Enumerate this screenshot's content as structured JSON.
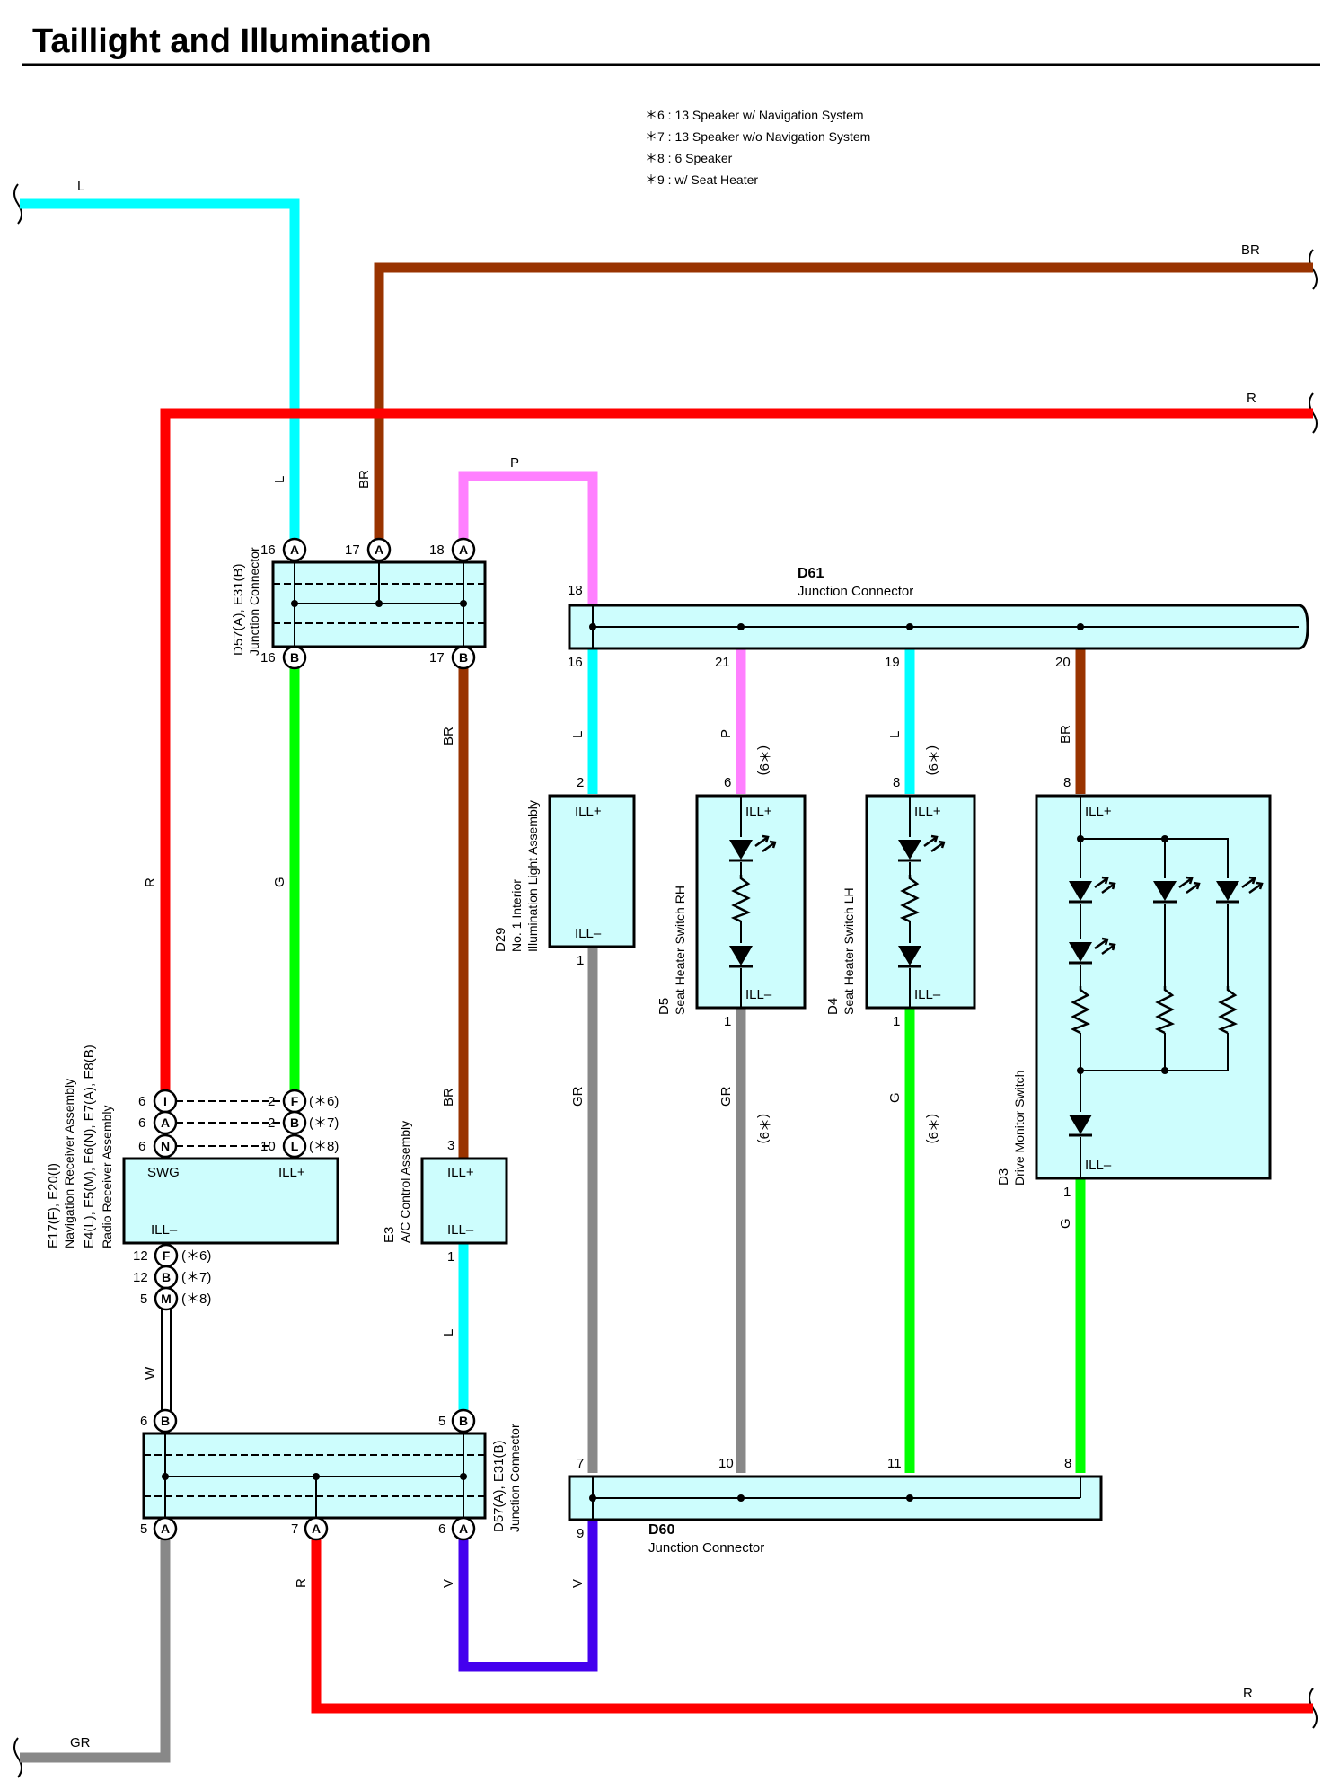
{
  "title": "Taillight and Illumination",
  "notes": [
    "＊6 : 13 Speaker w/ Navigation System",
    "＊7 : 13 Speaker w/o Navigation System",
    "＊8 : 6 Speaker",
    "＊9 : w/ Seat Heater"
  ],
  "colors": {
    "L": "#00ffff",
    "BR": "#993300",
    "R": "#ff0000",
    "P": "#ff80ff",
    "G": "#00ff00",
    "GR": "#888888",
    "V": "#4400ee",
    "W": "#ffffff",
    "box_fill": "#cdfdfd"
  },
  "wire_labels": {
    "l_top": "L",
    "br_top": "BR",
    "r_top": "R",
    "l_vert": "L",
    "br_vert": "BR",
    "p_top": "P",
    "r_left": "R",
    "g_left": "G",
    "br_left": "BR",
    "br_left2": "BR",
    "l_d29": "L",
    "p_d5": "P",
    "l_d4": "L",
    "br_d3": "BR",
    "gr_d29": "GR",
    "gr_d5": "GR",
    "g_d4": "G",
    "g_d3": "G",
    "l_e3": "L",
    "w": "W",
    "r_bottom_vert": "R",
    "v_left": "V",
    "v_right": "V",
    "r_bottom": "R",
    "gr_bottom": "GR"
  },
  "note9": "(＊9)",
  "components": {
    "d57_top": {
      "ref": "D57(A), E31(B)",
      "name": "Junction Connector"
    },
    "d57_bottom": {
      "ref": "D57(A), E31(B)",
      "name": "Junction Connector"
    },
    "d61": {
      "ref": "D61",
      "name": "Junction Connector"
    },
    "d60": {
      "ref": "D60",
      "name": "Junction Connector"
    },
    "e17": {
      "ref1": "E17(F), E20(I)",
      "name1": "Navigation Receiver Assembly",
      "ref2": "E4(L), E5(M), E6(N), E7(A), E8(B)",
      "name2": "Radio Receiver Assembly",
      "swg": "SWG",
      "ill_plus": "ILL+",
      "ill_minus": "ILL–"
    },
    "e3": {
      "ref": "E3",
      "name": "A/C Control Assembly",
      "ill_plus": "ILL+",
      "ill_minus": "ILL–"
    },
    "d29": {
      "ref": "D29",
      "name1": "No. 1 Interior",
      "name2": "Illumination Light Assembly",
      "ill_plus": "ILL+",
      "ill_minus": "ILL–"
    },
    "d5": {
      "ref": "D5",
      "name": "Seat Heater Switch RH",
      "ill_plus": "ILL+",
      "ill_minus": "ILL–"
    },
    "d4": {
      "ref": "D4",
      "name": "Seat Heater Switch LH",
      "ill_plus": "ILL+",
      "ill_minus": "ILL–"
    },
    "d3": {
      "ref": "D3",
      "name": "Drive Monitor Switch",
      "ill_plus": "ILL+",
      "ill_minus": "ILL–"
    }
  },
  "pins": {
    "j16a": "16",
    "j17a": "17",
    "j18a": "18",
    "j16b": "16",
    "j17b": "17",
    "ca": "A",
    "cb": "B",
    "d61_18": "18",
    "d61_16": "16",
    "d61_21": "21",
    "d61_19": "19",
    "d61_20": "20",
    "d29_2": "2",
    "d29_1": "1",
    "d5_6": "6",
    "d5_1": "1",
    "d4_8": "8",
    "d4_1": "1",
    "d3_8": "8",
    "d3_1": "1",
    "e3_3": "3",
    "e3_1": "1",
    "e17_top1": "6",
    "e17_top2": "6",
    "e17_top3": "6",
    "e17_topL1": "I",
    "e17_topL2": "A",
    "e17_topL3": "N",
    "e17_topR1n": "2",
    "e17_topR2n": "2",
    "e17_topR3n": "10",
    "e17_topR1": "F",
    "e17_topR2": "B",
    "e17_topR3": "L",
    "e17_topR1s": "(＊6)",
    "e17_topR2s": "(＊7)",
    "e17_topR3s": "(＊8)",
    "e17_bot1n": "12",
    "e17_bot2n": "12",
    "e17_bot3n": "5",
    "e17_bot1": "F",
    "e17_bot2": "B",
    "e17_bot3": "M",
    "e17_bot1s": "(＊6)",
    "e17_bot2s": "(＊7)",
    "e17_bot3s": "(＊8)",
    "jb_6b": "6",
    "jb_5b": "5",
    "jb_5a": "5",
    "jb_7a": "7",
    "jb_6a": "6",
    "d60_7": "7",
    "d60_10": "10",
    "d60_11": "11",
    "d60_8": "8",
    "d60_9": "9"
  }
}
